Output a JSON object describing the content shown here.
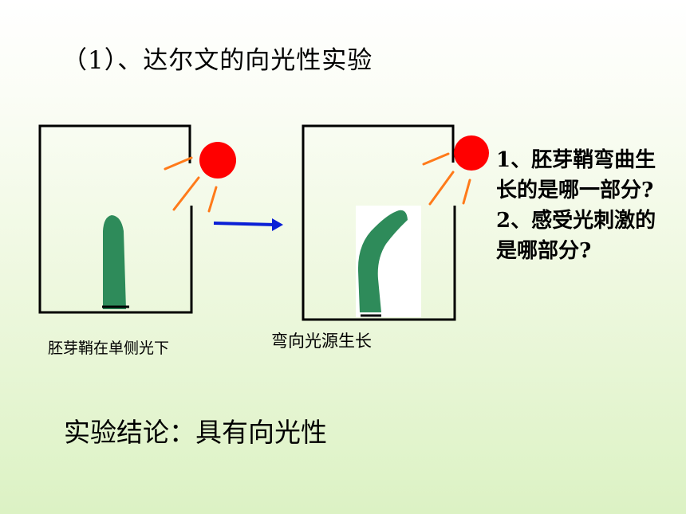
{
  "title": "（1）、达尔文的向光性实验",
  "captions": {
    "left": "胚芽鞘在单侧光下",
    "right": "弯向光源生长"
  },
  "questions": {
    "q1": "1、胚芽鞘弯曲生长的是哪一部分?",
    "q2": "2、感受光刺激的是哪部分?"
  },
  "conclusion": "实验结论：具有向光性",
  "colors": {
    "sun": "#ff0000",
    "ray": "#ff7a1a",
    "arrow": "#0a1fd6",
    "coleoptile": "#2e8b5a"
  },
  "icons": {
    "sun": "sun-icon",
    "arrow": "right-arrow-icon"
  }
}
